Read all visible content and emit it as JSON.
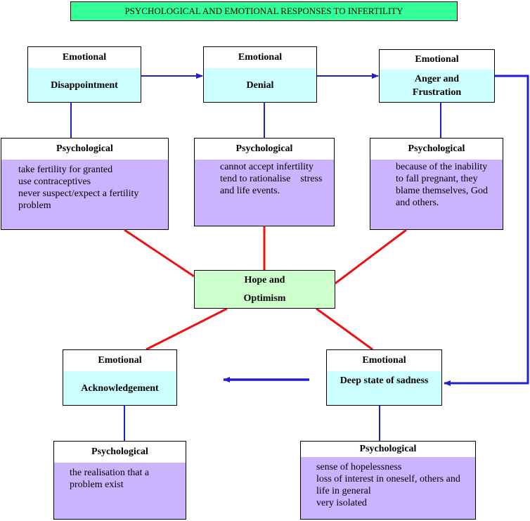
{
  "title": "PSYCHOLOGICAL AND EMOTIONAL RESPONSES TO INFERTILITY",
  "colors": {
    "title_bg": "#33ff99",
    "emotional_body": "#ccffff",
    "psychological_body": "#ccb3ff",
    "hope_bg": "#ccffcc",
    "blue_connector": "#1f1fcc",
    "red_connector": "#ee1111"
  },
  "stages": [
    {
      "emotional_header": "Emotional",
      "emotional_label": "Disappointment",
      "psychological_header": "Psychological",
      "psychological_text": "take fertility for granted\nuse contraceptives\nnever suspect/expect a fertility problem"
    },
    {
      "emotional_header": "Emotional",
      "emotional_label": "Denial",
      "psychological_header": "Psychological",
      "psychological_text": "cannot accept infertility\ntend to rationalise    stress and life events."
    },
    {
      "emotional_header": "Emotional",
      "emotional_label": "Anger and\nFrustration",
      "psychological_header": "Psychological",
      "psychological_text": "because of the inability to fall pregnant, they blame themselves, God and others."
    },
    {
      "emotional_header": "Emotional",
      "emotional_label": "Deep state of sadness",
      "psychological_header": "Psychological",
      "psychological_text": "sense of hopelessness\nloss of interest in oneself, others and life in general\nvery isolated"
    },
    {
      "emotional_header": "Emotional",
      "emotional_label": "Acknowledgement",
      "psychological_header": "Psychological",
      "psychological_text": "the realisation that a problem exist"
    }
  ],
  "center": {
    "label": "Hope and\nOptimism"
  }
}
